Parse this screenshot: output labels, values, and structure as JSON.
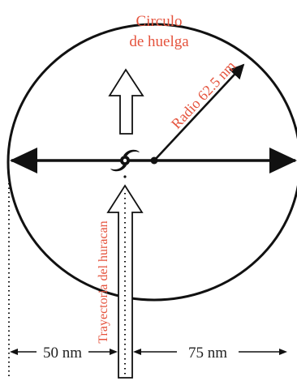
{
  "diagram": {
    "circle_title_line1": "Circulo",
    "circle_title_line2": "de huelga",
    "radius_label": "Radio 62.5 nm",
    "track_label": "Trayectoria del huracan",
    "left_distance_label": "50 nm",
    "right_distance_label": "75 nm"
  },
  "colors": {
    "label": "#e5533d",
    "stroke": "#111111",
    "background": "#ffffff"
  },
  "icons": {
    "hurricane_symbol": "hurricane-icon"
  }
}
